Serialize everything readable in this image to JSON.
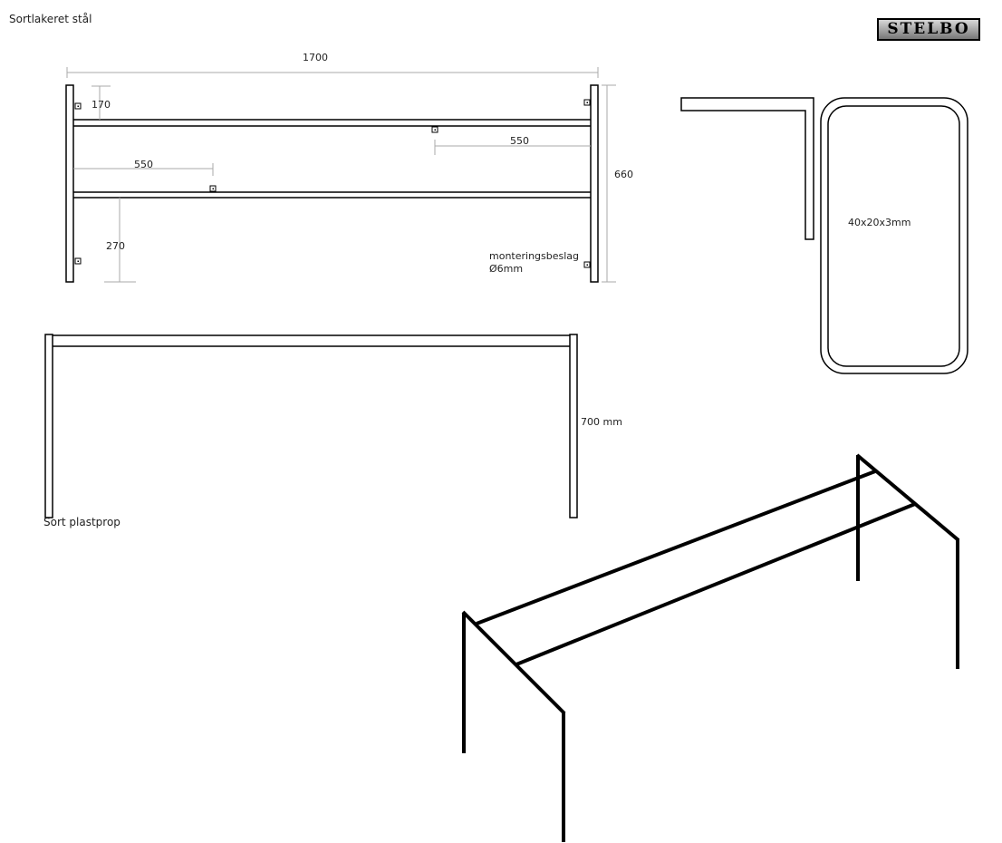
{
  "title": "Sortlakeret stål",
  "logo": "STELBO",
  "top_view": {
    "width_dim": "1700",
    "height_dim": "660",
    "top_offset_dim": "170",
    "upper_bracket_dim": "550",
    "lower_bracket_dim": "550",
    "bottom_offset_dim": "270",
    "bracket_label": "monteringsbeslag",
    "bracket_size": "Ø6mm"
  },
  "side_view": {
    "height_dim": "700 mm",
    "foot_label": "Sort plastprop"
  },
  "section": {
    "profile_label": "40x20x3mm"
  }
}
